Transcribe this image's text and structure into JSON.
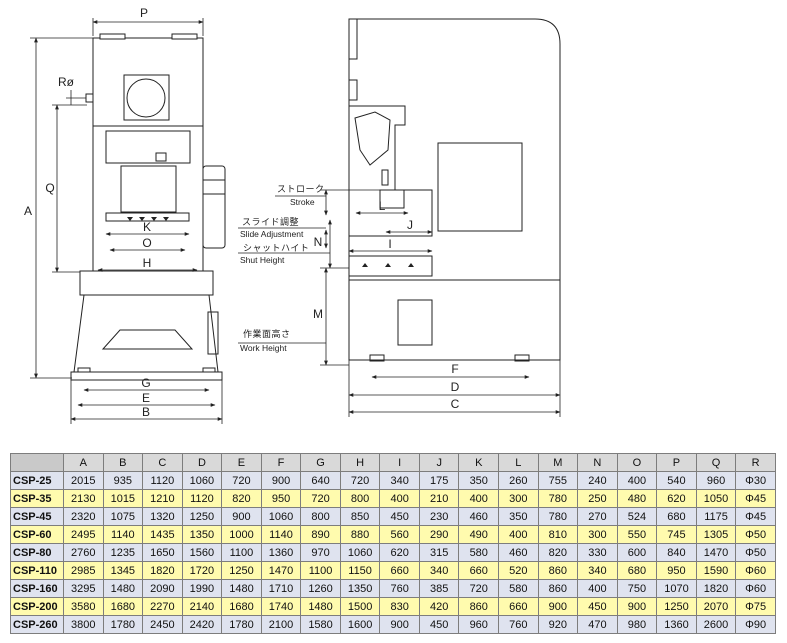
{
  "labels": {
    "P": "P",
    "A": "A",
    "Q": "Q",
    "R": "Rø",
    "K": "K",
    "O": "O",
    "H": "H",
    "G": "G",
    "E": "E",
    "B": "B",
    "L": "L",
    "J": "J",
    "I": "I",
    "N": "N",
    "M": "M",
    "F": "F",
    "D": "D",
    "C": "C"
  },
  "notes": {
    "stroke_jp": "ストローク",
    "stroke_en": "Stroke",
    "slide_jp": "スライド調整",
    "slide_en": "Slide Adjustment",
    "shut_jp": "シャットハイト",
    "shut_en": "Shut Height",
    "work_jp": "作業面高さ",
    "work_en": "Work Height"
  },
  "table": {
    "columns": [
      "A",
      "B",
      "C",
      "D",
      "E",
      "F",
      "G",
      "H",
      "I",
      "J",
      "K",
      "L",
      "M",
      "N",
      "O",
      "P",
      "Q",
      "R"
    ],
    "rows": [
      {
        "model": "CSP-25",
        "values": [
          "2015",
          "935",
          "1120",
          "1060",
          "720",
          "900",
          "640",
          "720",
          "340",
          "175",
          "350",
          "260",
          "755",
          "240",
          "400",
          "540",
          "960",
          "Φ30"
        ]
      },
      {
        "model": "CSP-35",
        "values": [
          "2130",
          "1015",
          "1210",
          "1120",
          "820",
          "950",
          "720",
          "800",
          "400",
          "210",
          "400",
          "300",
          "780",
          "250",
          "480",
          "620",
          "1050",
          "Φ45"
        ]
      },
      {
        "model": "CSP-45",
        "values": [
          "2320",
          "1075",
          "1320",
          "1250",
          "900",
          "1060",
          "800",
          "850",
          "450",
          "230",
          "460",
          "350",
          "780",
          "270",
          "524",
          "680",
          "1175",
          "Φ45"
        ]
      },
      {
        "model": "CSP-60",
        "values": [
          "2495",
          "1140",
          "1435",
          "1350",
          "1000",
          "1140",
          "890",
          "880",
          "560",
          "290",
          "490",
          "400",
          "810",
          "300",
          "550",
          "745",
          "1305",
          "Φ50"
        ]
      },
      {
        "model": "CSP-80",
        "values": [
          "2760",
          "1235",
          "1650",
          "1560",
          "1100",
          "1360",
          "970",
          "1060",
          "620",
          "315",
          "580",
          "460",
          "820",
          "330",
          "600",
          "840",
          "1470",
          "Φ50"
        ]
      },
      {
        "model": "CSP-110",
        "values": [
          "2985",
          "1345",
          "1820",
          "1720",
          "1250",
          "1470",
          "1100",
          "1150",
          "660",
          "340",
          "660",
          "520",
          "860",
          "340",
          "680",
          "950",
          "1590",
          "Φ60"
        ]
      },
      {
        "model": "CSP-160",
        "values": [
          "3295",
          "1480",
          "2090",
          "1990",
          "1480",
          "1710",
          "1260",
          "1350",
          "760",
          "385",
          "720",
          "580",
          "860",
          "400",
          "750",
          "1070",
          "1820",
          "Φ60"
        ]
      },
      {
        "model": "CSP-200",
        "values": [
          "3580",
          "1680",
          "2270",
          "2140",
          "1680",
          "1740",
          "1480",
          "1500",
          "830",
          "420",
          "860",
          "660",
          "900",
          "450",
          "900",
          "1250",
          "2070",
          "Φ75"
        ]
      },
      {
        "model": "CSP-260",
        "values": [
          "3800",
          "1780",
          "2450",
          "2420",
          "1780",
          "2100",
          "1580",
          "1600",
          "900",
          "450",
          "960",
          "760",
          "920",
          "470",
          "980",
          "1360",
          "2600",
          "Φ90"
        ]
      }
    ]
  }
}
